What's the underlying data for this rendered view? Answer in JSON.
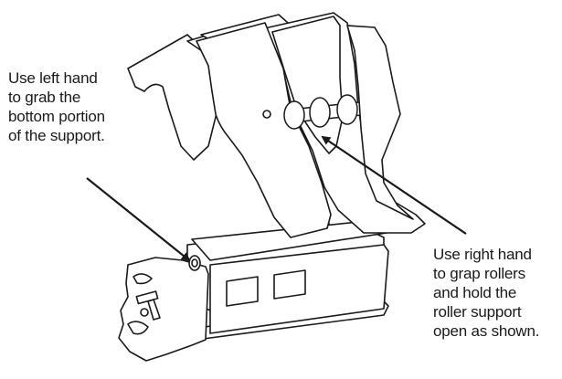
{
  "annotations": {
    "left": {
      "lines": [
        "Use left hand",
        "to grab the",
        "bottom portion",
        "of the support."
      ]
    },
    "right": {
      "lines": [
        "Use right hand",
        "to grap rollers",
        "and hold the",
        "roller support",
        "open as shown."
      ]
    }
  },
  "colors": {
    "stroke": "#1a1a1a",
    "background": "#ffffff",
    "fill": "#ffffff"
  }
}
